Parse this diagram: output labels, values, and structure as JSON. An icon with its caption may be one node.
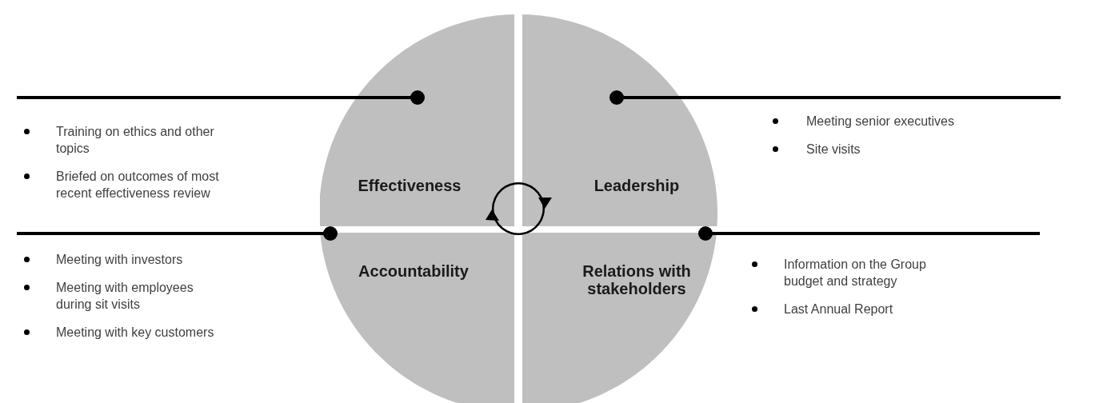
{
  "diagram": {
    "nodes": [
      {
        "text": [
          "Effectiveness"
        ]
      },
      {
        "text": [
          "Leadership"
        ]
      },
      {
        "text": [
          "Accountability"
        ]
      },
      {
        "text": [
          "Relations with stakeholders"
        ]
      },
      {
        "text": [
          "Training on ethics and other topics",
          "Briefed on outcomes of most recent effectiveness review"
        ]
      },
      {
        "text": [
          "Meeting senior executives",
          "Site visits"
        ]
      },
      {
        "text": [
          "Meeting with investors",
          "Meeting with employees during sit visits",
          "Meeting with key customers"
        ]
      },
      {
        "text": [
          "Information on the Group budget and strategy",
          "Last Annual Report"
        ]
      }
    ],
    "edges": [
      {
        "from": 4,
        "to": 0,
        "arrow": "other"
      },
      {
        "from": 5,
        "to": 1,
        "arrow": "other"
      },
      {
        "from": 6,
        "to": 2,
        "arrow": "other"
      },
      {
        "from": 7,
        "to": 3,
        "arrow": "other"
      }
    ]
  }
}
